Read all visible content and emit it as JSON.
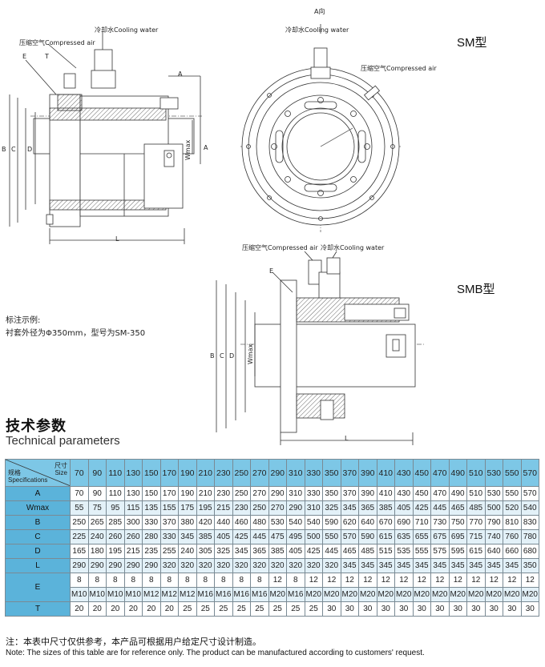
{
  "drawing": {
    "sm_model": "SM型",
    "smb_model": "SMB型",
    "labels": {
      "cooling_water": "冷却水Cooling water",
      "compressed_air": "压缩空气Compressed air",
      "a_view": "A向",
      "e": "E",
      "t": "T",
      "a": "A",
      "b": "B",
      "c": "C",
      "d": "D",
      "l": "L",
      "wmax": "Wmax"
    }
  },
  "example": {
    "heading": "标注示例:",
    "text": "衬套外径为Φ350mm，型号为SM-350"
  },
  "section": {
    "title_cn": "技术参数",
    "title_en": "Technical parameters"
  },
  "table": {
    "corner_size_cn": "尺寸",
    "corner_size_en": "Size",
    "corner_spec_cn": "规格",
    "corner_spec_en": "Specifications",
    "sizes": [
      "70",
      "90",
      "110",
      "130",
      "150",
      "170",
      "190",
      "210",
      "230",
      "250",
      "270",
      "290",
      "310",
      "330",
      "350",
      "370",
      "390",
      "410",
      "430",
      "450",
      "470",
      "490",
      "510",
      "530",
      "550",
      "570"
    ],
    "rows": [
      {
        "label": "A",
        "values": [
          "70",
          "90",
          "110",
          "130",
          "150",
          "170",
          "190",
          "210",
          "230",
          "250",
          "270",
          "290",
          "310",
          "330",
          "350",
          "370",
          "390",
          "410",
          "430",
          "450",
          "470",
          "490",
          "510",
          "530",
          "550",
          "570"
        ]
      },
      {
        "label": "Wmax",
        "values": [
          "55",
          "75",
          "95",
          "115",
          "135",
          "155",
          "175",
          "195",
          "215",
          "230",
          "250",
          "270",
          "290",
          "310",
          "325",
          "345",
          "365",
          "385",
          "405",
          "425",
          "445",
          "465",
          "485",
          "500",
          "520",
          "540"
        ]
      },
      {
        "label": "B",
        "values": [
          "250",
          "265",
          "285",
          "300",
          "330",
          "370",
          "380",
          "420",
          "440",
          "460",
          "480",
          "530",
          "540",
          "540",
          "590",
          "620",
          "640",
          "670",
          "690",
          "710",
          "730",
          "750",
          "770",
          "790",
          "810",
          "830"
        ]
      },
      {
        "label": "C",
        "values": [
          "225",
          "240",
          "260",
          "260",
          "280",
          "330",
          "345",
          "385",
          "405",
          "425",
          "445",
          "475",
          "495",
          "500",
          "550",
          "570",
          "590",
          "615",
          "635",
          "655",
          "675",
          "695",
          "715",
          "740",
          "760",
          "780"
        ]
      },
      {
        "label": "D",
        "values": [
          "165",
          "180",
          "195",
          "215",
          "235",
          "255",
          "240",
          "305",
          "325",
          "345",
          "365",
          "385",
          "405",
          "425",
          "445",
          "465",
          "485",
          "515",
          "535",
          "555",
          "575",
          "595",
          "615",
          "640",
          "660",
          "680"
        ]
      },
      {
        "label": "L",
        "values": [
          "290",
          "290",
          "290",
          "290",
          "290",
          "320",
          "320",
          "320",
          "320",
          "320",
          "320",
          "320",
          "320",
          "320",
          "320",
          "345",
          "345",
          "345",
          "345",
          "345",
          "345",
          "345",
          "345",
          "345",
          "345",
          "350"
        ]
      }
    ],
    "e_label": "E",
    "e_rows": [
      [
        "8",
        "8",
        "8",
        "8",
        "8",
        "8",
        "8",
        "8",
        "8",
        "8",
        "8",
        "12",
        "8",
        "12",
        "12",
        "12",
        "12",
        "12",
        "12",
        "12",
        "12",
        "12",
        "12",
        "12",
        "12",
        "12"
      ],
      [
        "M10",
        "M10",
        "M10",
        "M10",
        "M12",
        "M12",
        "M12",
        "M16",
        "M16",
        "M16",
        "M16",
        "M20",
        "M16",
        "M20",
        "M20",
        "M20",
        "M20",
        "M20",
        "M20",
        "M20",
        "M20",
        "M20",
        "M20",
        "M20",
        "M20",
        "M20"
      ]
    ],
    "t_row": {
      "label": "T",
      "values": [
        "20",
        "20",
        "20",
        "20",
        "20",
        "20",
        "25",
        "25",
        "25",
        "25",
        "25",
        "25",
        "25",
        "25",
        "30",
        "30",
        "30",
        "30",
        "30",
        "30",
        "30",
        "30",
        "30",
        "30",
        "30",
        "30"
      ]
    }
  },
  "notes": {
    "cn": "注：本表中尺寸仅供参考，本产品可根据用户给定尺寸设计制造。",
    "en": "Note: The sizes of this table are for reference only. The product can be manufactured according to customers' request."
  }
}
